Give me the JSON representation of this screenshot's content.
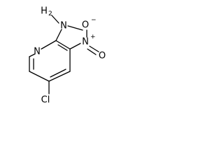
{
  "structure": {
    "atoms": {
      "ring_n": "N",
      "nh2": "H",
      "nh2_sub": "2",
      "hydrazine_n": "N",
      "nitro_n": "N",
      "nitro_n_charge": "+",
      "nitro_o_top": "O",
      "nitro_o_top_charge": "−",
      "nitro_o_bottom": "O",
      "cl": "Cl"
    }
  }
}
